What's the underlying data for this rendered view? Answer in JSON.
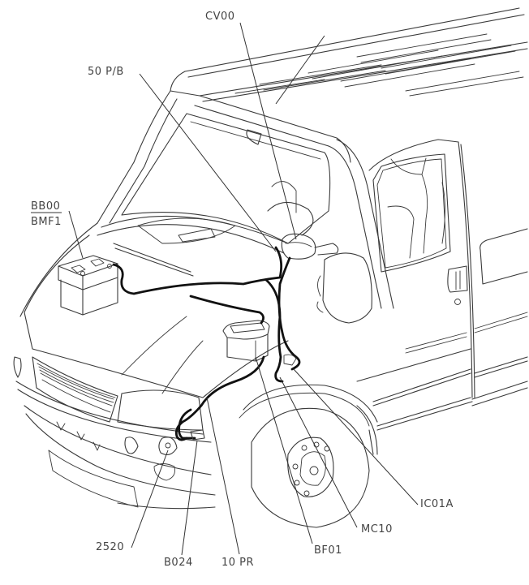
{
  "diagram": {
    "subject": "Van front with wiring harness routing",
    "callouts": [
      {
        "id": "cv00",
        "text": "CV00"
      },
      {
        "id": "p50",
        "text": "50 P/B"
      },
      {
        "id": "bb00",
        "text": "BB00"
      },
      {
        "id": "bmf1",
        "text": "BMF1"
      },
      {
        "id": "c2520",
        "text": "2520"
      },
      {
        "id": "b024",
        "text": "B024"
      },
      {
        "id": "pr10",
        "text": "10 PR"
      },
      {
        "id": "bf01",
        "text": "BF01"
      },
      {
        "id": "mc10",
        "text": "MC10"
      },
      {
        "id": "ic01a",
        "text": "IC01A"
      }
    ],
    "colors": {
      "line": "#3a3a3a",
      "wire": "#111111",
      "label": "#444444",
      "background": "#ffffff"
    }
  }
}
